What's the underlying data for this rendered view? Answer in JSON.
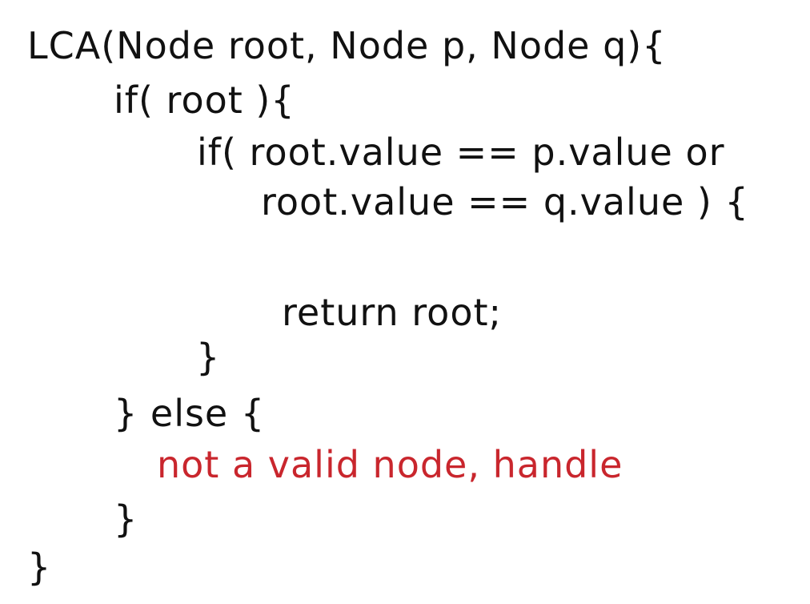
{
  "notes": {
    "code_lines": [
      "LCA(Node root, Node p, Node q){",
      "if( root ){",
      "if( root.value == p.value or",
      "root.value == q.value ) {",
      "return root;",
      "}",
      "} else {",
      "not a valid node, handle",
      "}",
      "}"
    ]
  },
  "colors": {
    "ink": "#111111",
    "accent": "#c9262d",
    "background": "#ffffff"
  }
}
